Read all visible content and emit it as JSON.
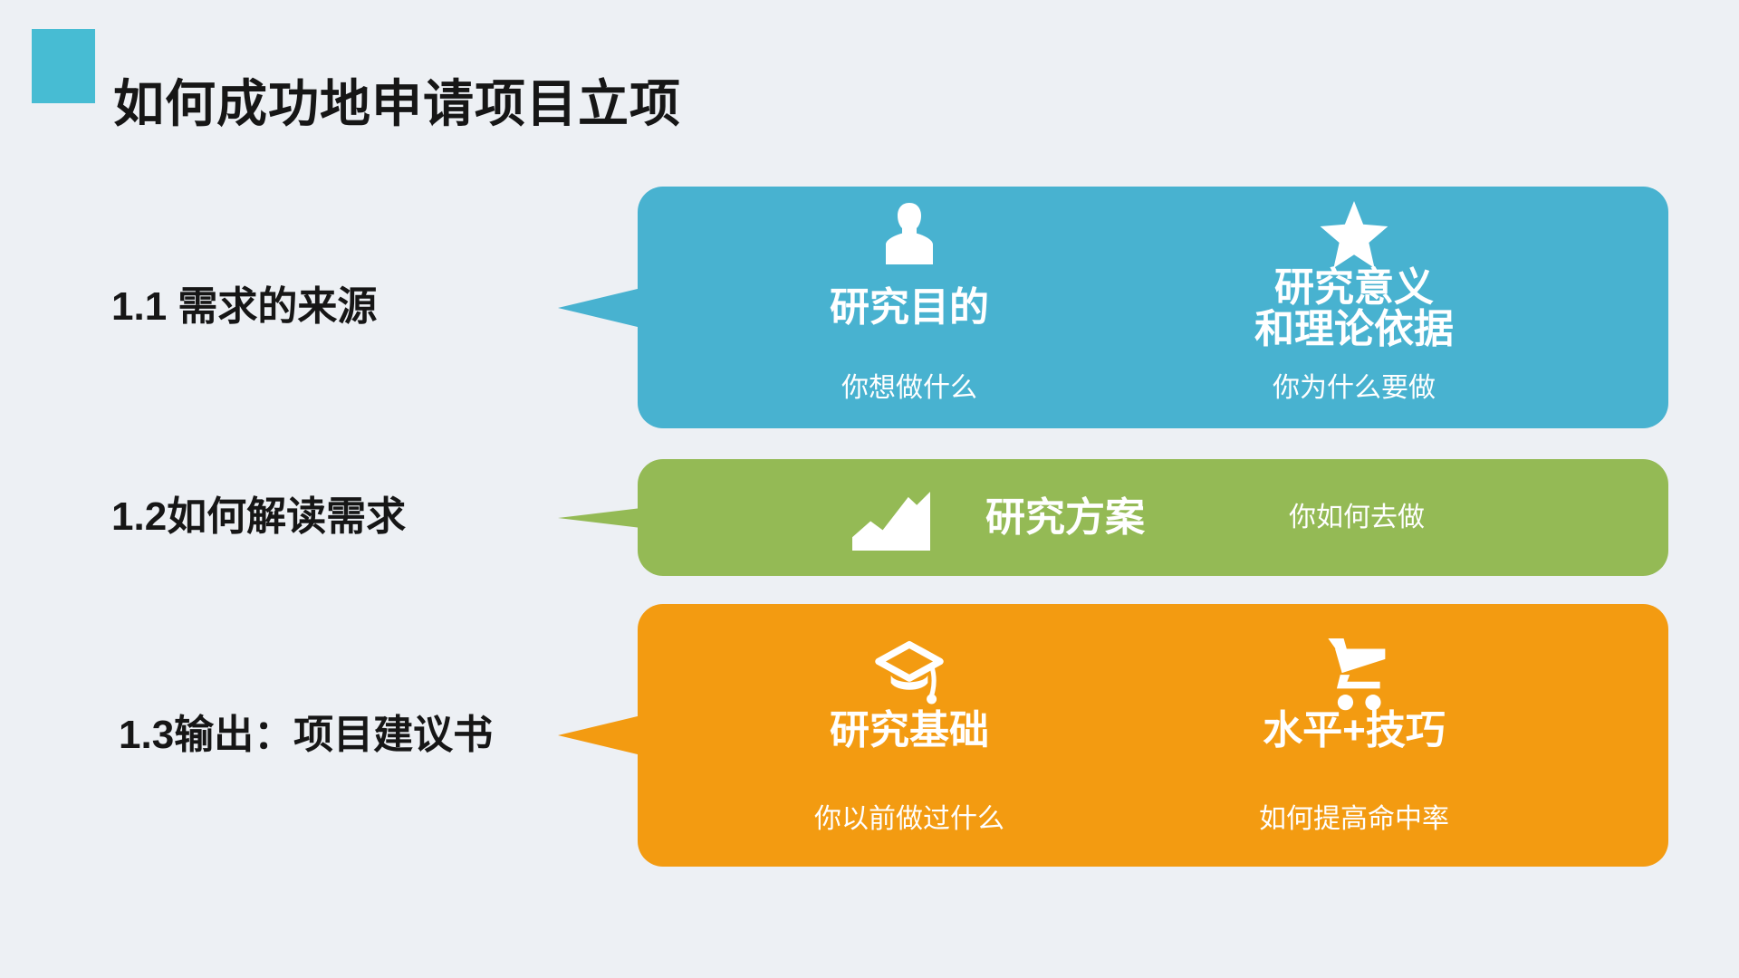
{
  "slide": {
    "title": "如何成功地申请项目立项"
  },
  "colors": {
    "background": "#edf0f4",
    "title_square": "#47bcd3",
    "blue": "#48b2d0",
    "green": "#94ba55",
    "orange": "#f39b11",
    "text_dark": "#161616",
    "text_light": "#ffffff"
  },
  "rows": [
    {
      "label": "1.1 需求的来源",
      "color": "#48b2d0",
      "items": [
        {
          "icon": "person-icon",
          "heading": "研究目的",
          "sub": "你想做什么"
        },
        {
          "icon": "star-icon",
          "heading_line1": "研究意义",
          "heading_line2": "和理论依据",
          "sub": "你为什么要做"
        }
      ]
    },
    {
      "label": "1.2如何解读需求",
      "color": "#94ba55",
      "items": [
        {
          "icon": "area-chart-icon",
          "heading": "研究方案",
          "sub": "你如何去做"
        }
      ]
    },
    {
      "label": "1.3输出：项目建议书",
      "color": "#f39b11",
      "items": [
        {
          "icon": "graduation-cap-icon",
          "heading": "研究基础",
          "sub": "你以前做过什么"
        },
        {
          "icon": "shopping-cart-icon",
          "heading": "水平+技巧",
          "sub": "如何提高命中率"
        }
      ]
    }
  ]
}
